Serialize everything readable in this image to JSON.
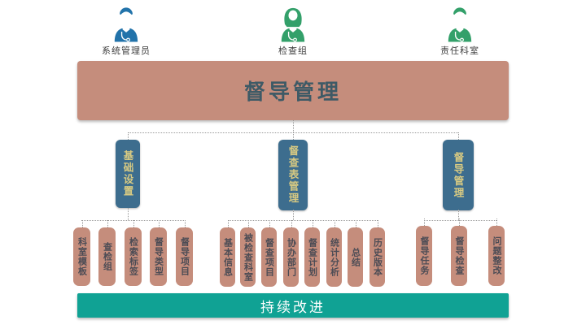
{
  "colors": {
    "salmon": "#c58d7c",
    "banner_text": "#3e5a66",
    "blue": "#3d6d8e",
    "blue_text": "#d8ca82",
    "teal": "#10a294",
    "leaf_text": "#4c4c55",
    "connector": "#999999",
    "actor_blue": "#2273aa",
    "actor_green": "#33a06a"
  },
  "actors": [
    {
      "label": "系统管理员",
      "icon": "male-doctor-icon"
    },
    {
      "label": "检查组",
      "icon": "female-nurse-icon"
    },
    {
      "label": "责任科室",
      "icon": "male-doctor-icon"
    }
  ],
  "main_banner": {
    "label": "督导管理"
  },
  "branches": [
    {
      "label": "基础设置",
      "children": [
        "科室模板",
        "查检组",
        "检索标签",
        "督导类型",
        "督导项目"
      ]
    },
    {
      "label": "督查表管理",
      "children": [
        "基本信息",
        "被检查科室",
        "督查项目",
        "协办部门",
        "督查计划",
        "统计分析",
        "总结",
        "历史版本"
      ]
    },
    {
      "label": "督导管理",
      "children": [
        "督导任务",
        "督导检查",
        "问题整改"
      ]
    }
  ],
  "bottom_banner": {
    "label": "持续改进"
  }
}
